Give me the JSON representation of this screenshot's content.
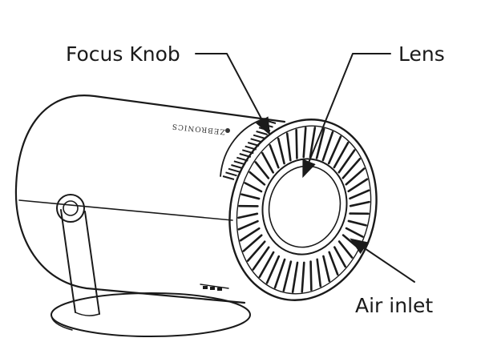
{
  "labels": {
    "focus_knob": "Focus Knob",
    "lens": "Lens",
    "air_inlet": "Air inlet"
  },
  "brand": "ZEBRONICS",
  "colors": {
    "ink": "#1a1a1a",
    "background": "#ffffff"
  }
}
